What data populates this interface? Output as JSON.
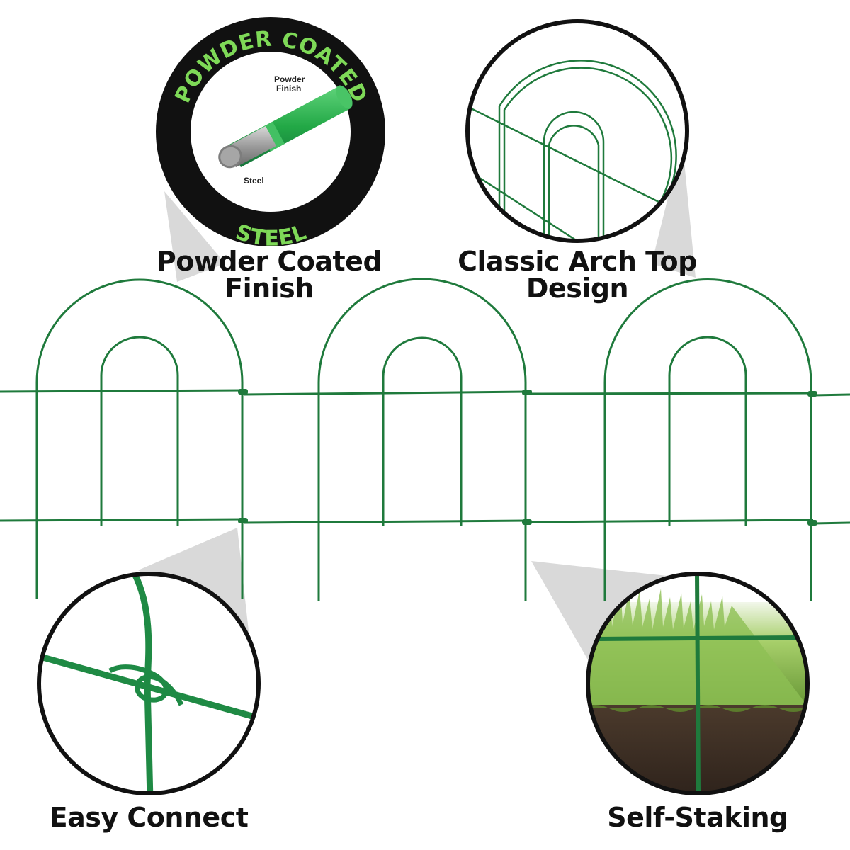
{
  "badge": {
    "ring_top": "POWDER COATED",
    "ring_bottom": "STEEL",
    "layer_outer": "Powder",
    "layer_outer_2": "Finish",
    "layer_inner": "Steel"
  },
  "features": {
    "powder": [
      "Powder Coated",
      "Finish"
    ],
    "arch": [
      "Classic Arch Top",
      "Design"
    ],
    "connect": [
      "Easy Connect"
    ],
    "stake": [
      "Self-Staking"
    ]
  },
  "colors": {
    "fence_green": "#1f7a3c",
    "coating_green": "#2db34a",
    "ring_text": "#7ED957",
    "callout_gray": "#d6d6d6"
  }
}
